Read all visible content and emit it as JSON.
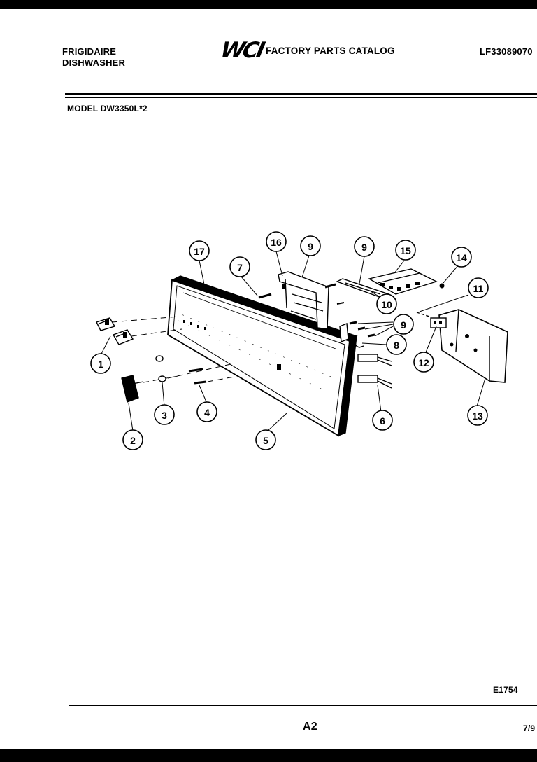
{
  "header": {
    "brand_line1": "FRIGIDAIRE",
    "brand_line2": "DISHWASHER",
    "logo": "WCI",
    "catalog_title": "FACTORY PARTS CATALOG",
    "part_number": "LF33089070"
  },
  "model": "MODEL DW3350L*2",
  "diagram": {
    "callouts": [
      "1",
      "2",
      "3",
      "4",
      "5",
      "6",
      "7",
      "8",
      "9",
      "9",
      "9",
      "10",
      "11",
      "12",
      "13",
      "14",
      "15",
      "16",
      "17"
    ]
  },
  "footer": {
    "drawing_code": "E1754",
    "page_code": "A2",
    "date": "7/9"
  }
}
